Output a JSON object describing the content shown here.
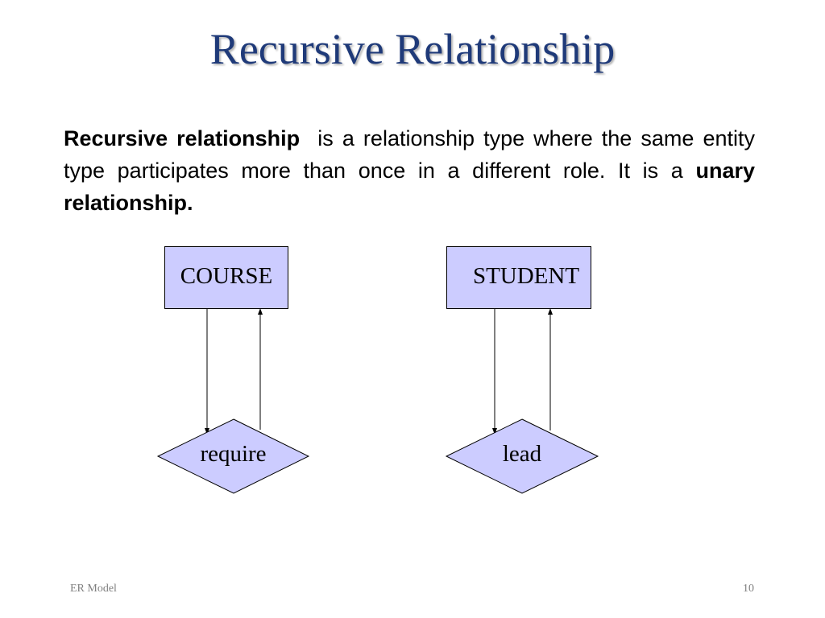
{
  "slide": {
    "title": "Recursive Relationship",
    "paragraph": {
      "term": "Recursive relationship",
      "text_1": "  is a relationship type where the same entity type participates more than once in a different role. It is a ",
      "term_2": "unary relationship."
    }
  },
  "diagram": {
    "entities": [
      {
        "label": "COURSE"
      },
      {
        "label": "STUDENT"
      }
    ],
    "relationships": [
      {
        "label": "require"
      },
      {
        "label": "lead"
      }
    ],
    "colors": {
      "shape_fill": "#ccccff",
      "title": "#1f3a79"
    }
  },
  "footer": {
    "left": "ER Model",
    "page_number": "10"
  }
}
